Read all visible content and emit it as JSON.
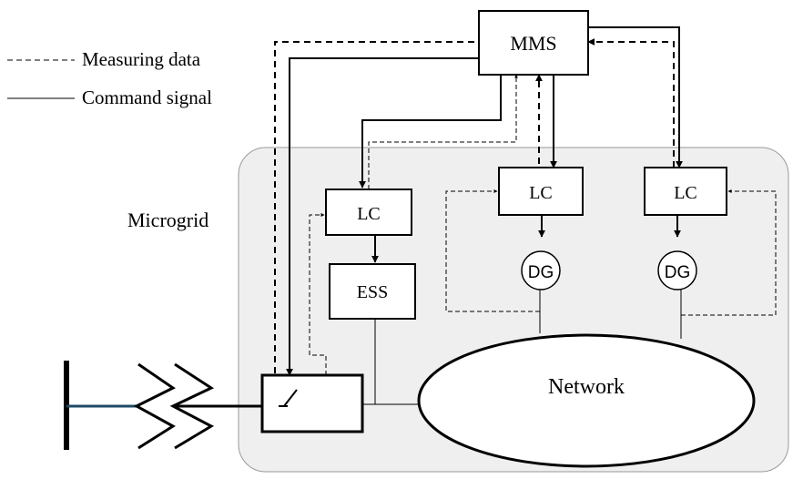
{
  "legend": {
    "measuring": "Measuring data",
    "command": "Command signal"
  },
  "region": {
    "label": "Microgrid"
  },
  "nodes": {
    "mms": "MMS",
    "lc": "LC",
    "ess": "ESS",
    "dg": "DG",
    "network": "Network"
  }
}
